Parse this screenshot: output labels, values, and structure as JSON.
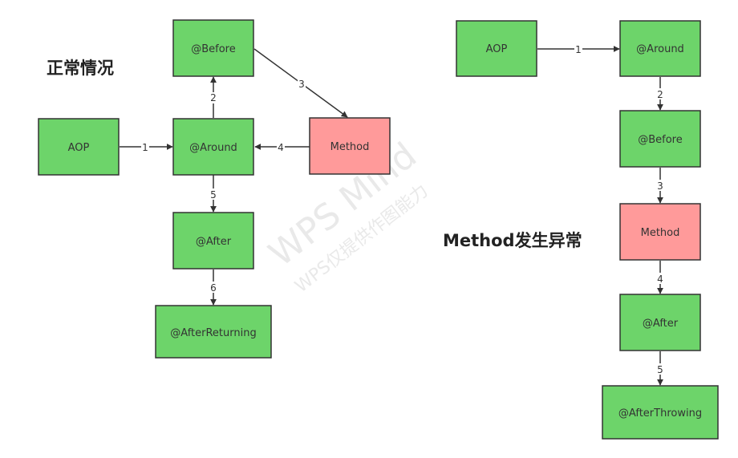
{
  "titles": {
    "normal": "正常情况",
    "exception": "Method发生异常"
  },
  "watermark": {
    "main": "WPS Mind",
    "sub": "WPS仅提供作图能力"
  },
  "colors": {
    "green_fill": "#6dd46a",
    "red_fill": "#ff9a9a",
    "stroke": "#333333"
  },
  "left": {
    "nodes": {
      "before": "@Before",
      "aop": "AOP",
      "around": "@Around",
      "method": "Method",
      "after": "@After",
      "after_returning": "@AfterReturning"
    },
    "edges": {
      "aop_around": "1",
      "around_before": "2",
      "before_method": "3",
      "method_around": "4",
      "around_after": "5",
      "after_afterreturning": "6"
    }
  },
  "right": {
    "nodes": {
      "aop": "AOP",
      "around": "@Around",
      "before": "@Before",
      "method": "Method",
      "after": "@After",
      "after_throwing": "@AfterThrowing"
    },
    "edges": {
      "aop_around": "1",
      "around_before": "2",
      "before_method": "3",
      "method_after": "4",
      "after_afterthrowing": "5"
    }
  }
}
